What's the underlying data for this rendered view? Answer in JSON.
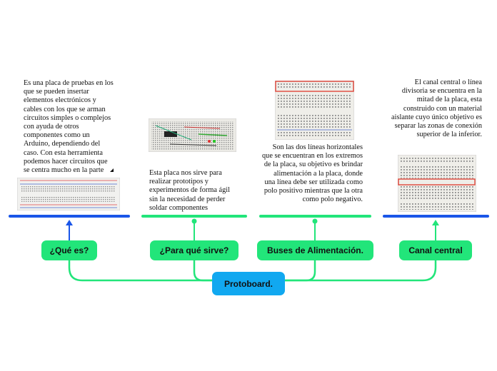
{
  "root": {
    "label": "Protoboard."
  },
  "topics": [
    {
      "label": "¿Qué es?",
      "note": "Es una placa de pruebas en los que se pueden insertar elementos electrónicos y cables con los que se arman circuitos simples o complejos con ayuda de otros componentes como un Arduino, dependiendo del caso. Con esta herramienta podemos hacer circuitos que se centra mucho en la parte",
      "image": "breadboard-photo"
    },
    {
      "label": "¿Para qué sirve?",
      "note": "Esta placa nos sirve para realizar prototipos y experimentos de forma ágil sin la necesidad de perder soldar componentes",
      "image": "breadboard-circuit-photo"
    },
    {
      "label": "Buses de Alimentación.",
      "note": "Son las dos líneas horizontales que se encuentran en los extremos de la placa, su objetivo es brindar alimentación a la placa, donde una línea debe ser utilizada como polo positivo mientras que la otra como polo negativo.",
      "image": "breadboard-power-bus-photo"
    },
    {
      "label": "Canal central",
      "note": "El canal central o línea divisoria se encuentra en la mitad de la placa, esta construido con un material aislante cuyo único objetivo es separar las zonas de conexión superior de la inferior.",
      "image": "breadboard-center-channel-photo"
    }
  ],
  "colors": {
    "topic_fill": "#22e57a",
    "root_fill": "#11a8f0",
    "connector": "#22e57a",
    "underline_blue": "#1a56e8",
    "underline_green": "#22e57a",
    "highlight_red": "#e0463a"
  }
}
